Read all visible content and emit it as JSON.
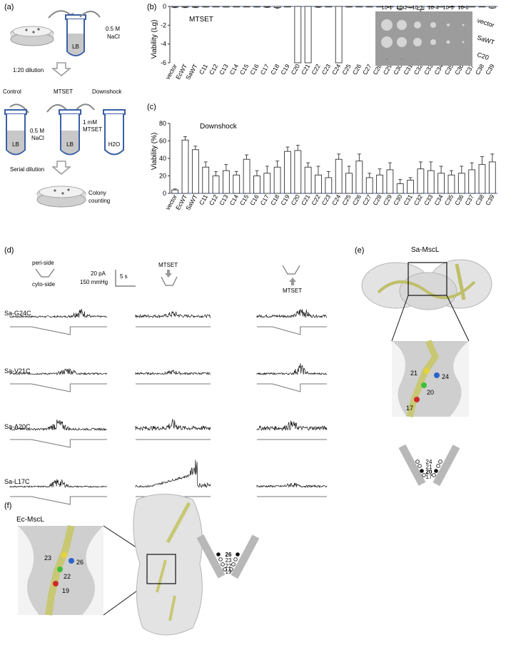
{
  "panel_a": {
    "label": "(a)",
    "tube_text": "LB",
    "nacl_top": [
      "0.5 M",
      "NaCl"
    ],
    "dilution": "1:20 dilution",
    "cond_control": "Control",
    "cond_mtset": "MTSET",
    "cond_downshock": "Downshock",
    "tube_lb1": "LB",
    "tube_lb2": "LB",
    "tube_h2o": "H2O",
    "nacl_mid": [
      "0.5 M",
      "NaCl"
    ],
    "mtset_mid": [
      "1 mM",
      "MTSET"
    ],
    "serial": "Serial dilution",
    "counting": [
      "Colony",
      "counting"
    ]
  },
  "panel_d": {
    "label": "(d)",
    "peri": "peri-side",
    "cyto": "cyto-side",
    "scale_current": "20 pA",
    "scale_pressure": "150 mmHg",
    "scale_time": "5 s",
    "mtset_label_1": "MTSET",
    "mtset_label_2": "MTSET",
    "rows": [
      "Sa-G24C",
      "Sa-V21C",
      "Sa-A20C",
      "Sa-L17C"
    ]
  },
  "panel_e": {
    "label": "(e)",
    "title": "Sa-MscL",
    "residues": [
      "21",
      "24",
      "20",
      "17"
    ],
    "schematic": [
      "24",
      "21",
      "20",
      "17"
    ]
  },
  "panel_f": {
    "label": "(f)",
    "title": "Ec-MscL",
    "residues": [
      "23",
      "26",
      "22",
      "19"
    ],
    "schematic": [
      "26",
      "23",
      "22",
      "19"
    ]
  },
  "chart_data": [
    {
      "type": "bar",
      "panel": "(b)",
      "title": "MTSET",
      "ylabel": "Viability (Lg)",
      "ylim": [
        0,
        -6
      ],
      "yticks": [
        "0",
        "-2",
        "-4",
        "-6"
      ],
      "categories": [
        "vector",
        "EcWT",
        "SaWT",
        "C11",
        "C12",
        "C13",
        "C14",
        "C15",
        "C16",
        "C17",
        "C18",
        "C19",
        "C20",
        "C21",
        "C22",
        "C23",
        "C24",
        "C25",
        "C26",
        "C27",
        "C28",
        "C29",
        "C30",
        "C31",
        "C32",
        "C33",
        "C34",
        "C35",
        "C36",
        "C37",
        "C38",
        "C39"
      ],
      "values": [
        -0.08,
        -0.08,
        -0.08,
        -0.04,
        -0.02,
        -0.04,
        -0.02,
        -0.02,
        -0.04,
        -0.07,
        -0.12,
        -0.02,
        -6,
        -6,
        -0.06,
        -0.02,
        -6,
        -0.04,
        -0.02,
        -0.03,
        -0.02,
        -0.04,
        -0.25,
        -0.1,
        -0.35,
        -0.02,
        -0.03,
        -0.02,
        -0.02,
        -0.02,
        -0.02,
        -0.15
      ],
      "errors": [
        0.05,
        0.05,
        0.05,
        0.02,
        0.02,
        0.02,
        0.02,
        0.02,
        0.02,
        0.04,
        0.08,
        0.02,
        0,
        0,
        0.04,
        0.02,
        0,
        0.02,
        0.02,
        0.02,
        0.02,
        0.02,
        0.12,
        0.05,
        0.2,
        0.02,
        0.02,
        0.02,
        0.02,
        0.02,
        0.02,
        0.05
      ],
      "inset": {
        "dilutions": [
          "10-1",
          "10-2",
          "10-3",
          "10-4",
          "10-5",
          "10-6"
        ],
        "rows": [
          "vector",
          "SaWT",
          "C20"
        ]
      }
    },
    {
      "type": "bar",
      "panel": "(c)",
      "title": "Downshock",
      "ylabel": "Viability (%)",
      "ylim": [
        0,
        80
      ],
      "yticks": [
        "0",
        "20",
        "40",
        "60",
        "80"
      ],
      "categories": [
        "vector",
        "EcWT",
        "SaWT",
        "C11",
        "C12",
        "C13",
        "C14",
        "C15",
        "C16",
        "C17",
        "C18",
        "C19",
        "C20",
        "C21",
        "C22",
        "C23",
        "C24",
        "C25",
        "C26",
        "C27",
        "C28",
        "C29",
        "C30",
        "C31",
        "C32",
        "C33",
        "C34",
        "C35",
        "C36",
        "C37",
        "C38",
        "C39"
      ],
      "values": [
        4,
        61,
        50,
        30,
        20,
        26,
        21,
        39,
        20,
        23,
        30,
        48,
        49,
        30,
        21,
        18,
        39,
        23,
        37,
        18,
        21,
        27,
        11,
        15,
        28,
        26,
        23,
        21,
        23,
        27,
        33,
        36
      ],
      "errors": [
        1,
        4,
        4,
        6,
        5,
        7,
        4,
        5,
        6,
        8,
        7,
        5,
        6,
        5,
        10,
        7,
        6,
        8,
        8,
        5,
        7,
        8,
        5,
        3,
        8,
        10,
        8,
        5,
        8,
        8,
        9,
        9
      ]
    }
  ]
}
